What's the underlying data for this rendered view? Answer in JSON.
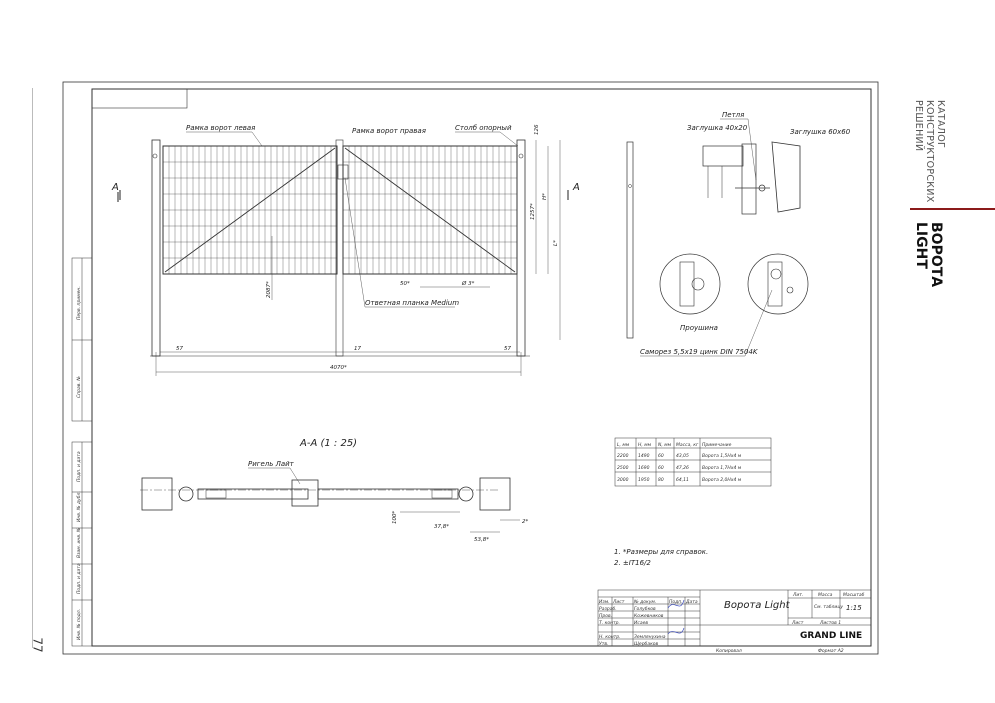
{
  "side": {
    "catalog": [
      "КАТАЛОГ",
      "КОНСТРУКТОРСКИХ",
      "РЕШЕНИЙ"
    ],
    "product": [
      "ВОРОТА",
      "LIGHT"
    ],
    "page_number": "77"
  },
  "drawing": {
    "callouts": {
      "frame_left": "Рамка ворот левая",
      "frame_right": "Рамка ворот правая",
      "post": "Столб опорный",
      "strike": "Ответная планка Medium",
      "hinge": "Петля",
      "cap_small": "Заглушка 40х20",
      "cap_large": "Заглушка 60х60",
      "washer": "Проушина",
      "screw": "Саморез 5,5х19 цинк DIN 7504K",
      "bolt": "Ригель Лайт"
    },
    "section_marks": [
      "А",
      "А"
    ],
    "section_title": "А-А (1 : 25)",
    "dimensions": {
      "overall_width": "4070*",
      "gap_left": "57",
      "gap_mid": "17",
      "gap_right": "57",
      "height_a": "L*",
      "height_b": "H*",
      "mesh_cell": "50*",
      "wire": "Ø 3*",
      "frame_h": "1257*",
      "inner_h": "2087*",
      "top": "126",
      "sect_a": "100*",
      "sect_b": "37,8*",
      "sect_c": "53,8*",
      "sect_d": "2*"
    },
    "notes": [
      "1. *Размеры для справок.",
      "2. ±IT16/2"
    ]
  },
  "spec_table": {
    "headers": [
      "L, мм",
      "H, мм",
      "N, мм",
      "Масса, кг",
      "Примечание"
    ],
    "rows": [
      [
        "2200",
        "1490",
        "60",
        "43,05",
        "Ворота 1,5Hх4 м"
      ],
      [
        "2500",
        "1690",
        "60",
        "47,26",
        "Ворота 1,7Hх4 м"
      ],
      [
        "3000",
        "1950",
        "80",
        "64,11",
        "Ворота 2,0Hх4 м"
      ]
    ]
  },
  "title_block": {
    "title": "Ворота Light",
    "labels": [
      "Лит.",
      "Масса",
      "Масштаб"
    ],
    "mass": "См. таблицу",
    "scale": "1:15",
    "sheet": "Лист",
    "sheets": "Листов 1",
    "brand": "GRAND LINE",
    "copied": "Копировал",
    "format": "Формат А2",
    "roles": [
      "Изм.",
      "Лист",
      "№ докум.",
      "Подп.",
      "Дата"
    ],
    "people": [
      [
        "Разраб.",
        "Голубков"
      ],
      [
        "Пров.",
        "Кожевников"
      ],
      [
        "Т. контр.",
        "Исаев"
      ],
      [
        "Н. контр.",
        "Землянухина"
      ],
      [
        "Утв.",
        "Щербаков"
      ]
    ],
    "left_strip": [
      "Перв. примен.",
      "Справ. №",
      "Подп. и дата",
      "Инв. № дубл.",
      "Взам. инв. №",
      "Подп. и дата",
      "Инв. № подл."
    ]
  }
}
